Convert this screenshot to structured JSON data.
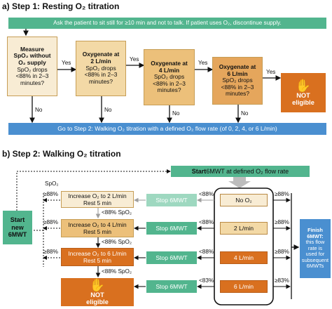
{
  "colors": {
    "green": "#52b58e",
    "blue": "#4a8fd0",
    "orange": "#d9701f",
    "tan": "#f3d9a6",
    "pale_green": "#9ed8c0"
  },
  "step1": {
    "title": "a)  Step 1: Resting O₂ titration",
    "instruction": "Ask the patient to sit still for ≥10 min and not to talk. If patient uses O₂, discontinue supply.",
    "measure": {
      "line1": "Measure",
      "line2": "SpO₂ without",
      "line3": "O₂ supply",
      "line4": "SpO₂ drops",
      "line5": "<88% in 2–3",
      "line6": "minutes?"
    },
    "boxes": [
      {
        "head1": "Oxygenate at",
        "head2": "2 L/min",
        "q1": "SpO₂ drops",
        "q2": "<88% in 2–3",
        "q3": "minutes?"
      },
      {
        "head1": "Oxygenate at",
        "head2": "4 L/min",
        "q1": "SpO₂ drops",
        "q2": "<88% in 2–3",
        "q3": "minutes?"
      },
      {
        "head1": "Oxygenate at",
        "head2": "6 L/min",
        "q1": "SpO₂ drops",
        "q2": "<88% in 2–3",
        "q3": "minutes?"
      }
    ],
    "yes": "Yes",
    "no": "No",
    "not_eligible_1": "NOT",
    "not_eligible_2": "eligible",
    "goto": "Go to Step 2: Walking O₂ titration with a defined O₂ flow rate (of 0, 2, 4, or 6 L/min)"
  },
  "step2": {
    "title": "b)  Step 2: Walking O₂ titration",
    "start_bold": "Start",
    "start_rest": " 6MWT at defined O₂ flow rate",
    "spo2": "SpO₂",
    "start_new_1": "Start",
    "start_new_2": "new",
    "start_new_3": "6MWT",
    "increase": [
      {
        "line1": "Increase O₂ to 2 L/min",
        "line2": "Rest 5 min"
      },
      {
        "line1": "Increase O₂ to 4 L/min",
        "line2": "Rest 5 min"
      },
      {
        "line1": "Increase O₂ to 6 L/min",
        "line2": "Rest 5 min"
      }
    ],
    "lt88_spo2": "<88% SpO₂",
    "stop": "Stop 6MWT",
    "lt88": "<88%",
    "ge88": "≥88%",
    "lt83": "<83%",
    "ge83": "≥83%",
    "flows": [
      "No O₂",
      "2 L/min",
      "4 L/min",
      "6 L/min"
    ],
    "finish": {
      "b1": "Finish",
      "b2": "6MWT:",
      "t1": "this flow",
      "t2": "rate is",
      "t3": "used for",
      "t4": "subsequent",
      "t5": "6MWTs"
    },
    "not_eligible_1": "NOT",
    "not_eligible_2": "eligible"
  },
  "icons": {
    "stop_hand": "hand-stop-icon"
  }
}
